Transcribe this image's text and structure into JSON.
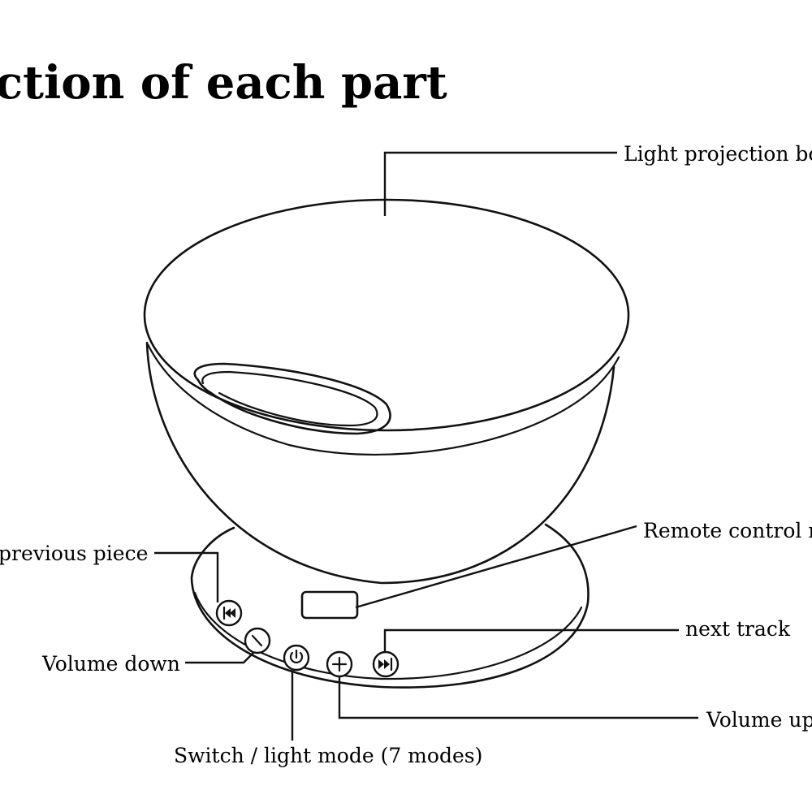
{
  "title": "ction of each part",
  "labels": {
    "light_projection": "Light projection bo",
    "remote_control": "Remote control r",
    "previous_piece": "previous piece",
    "next_track": "next track",
    "volume_down": "Volume down",
    "volume_up": "Volume up",
    "switch_mode": "Switch / light mode (7 modes)"
  },
  "icons": {
    "previous": "previous-track-icon",
    "volume_down": "minus-icon",
    "power": "power-icon",
    "volume_up": "plus-icon",
    "next": "next-track-icon"
  }
}
